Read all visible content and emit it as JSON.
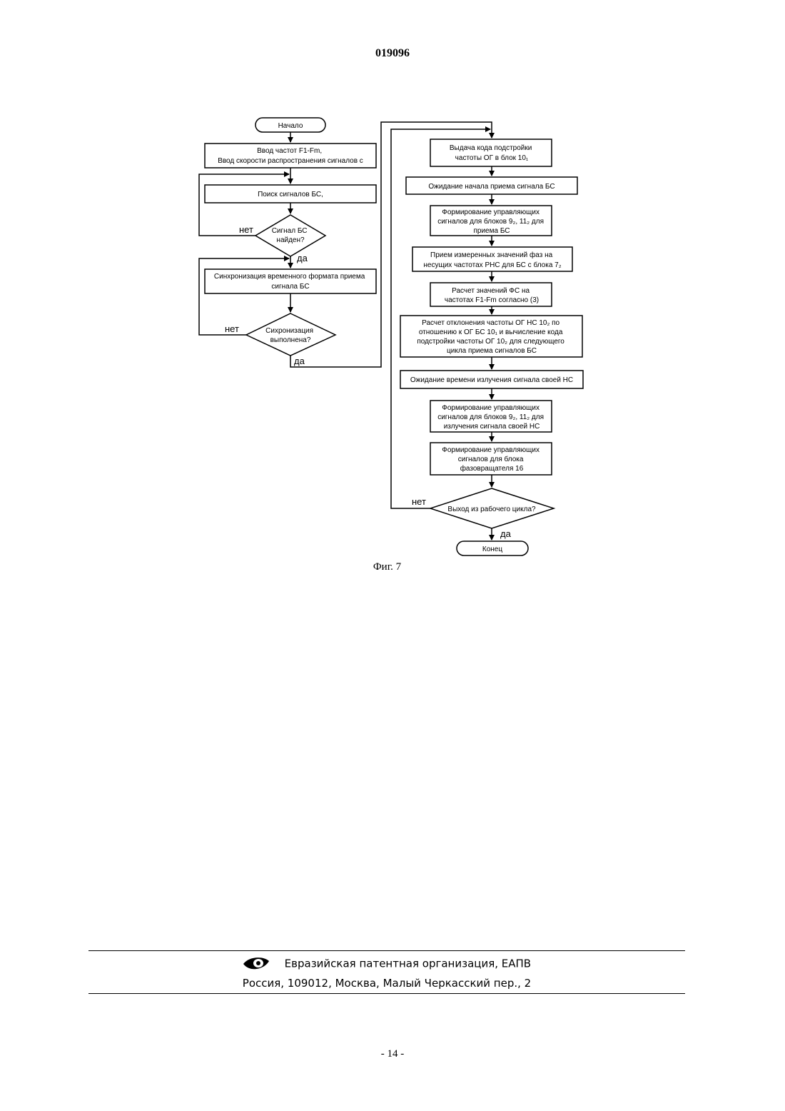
{
  "header": {
    "doc_number": "019096"
  },
  "flowchart": {
    "start": "Начало",
    "input": [
      "Ввод частот F1-Fm,",
      "Ввод скорости распространения сигналов с"
    ],
    "search": [
      "Поиск сигналов БС,"
    ],
    "decision_found": [
      "Сигнал БС",
      "найден?"
    ],
    "sync": [
      "Синхронизация временного формата приема",
      "сигнала БС"
    ],
    "decision_sync": [
      "Сихронизация",
      "выполнена?"
    ],
    "issue_code": [
      "Выдача кода подстройки",
      "частоты ОГ в блок 10₁"
    ],
    "wait_receive": [
      "Ожидание начала приема сигнала БС"
    ],
    "form_receive": [
      "Формирование управляющих",
      "сигналов для блоков 9₂, 11₂ для",
      "приема БС"
    ],
    "receive_phases": [
      "Прием измеренных значений фаз на",
      "несущих частотах РНС для БС с блока 7₂"
    ],
    "calc_phase": [
      "Расчет значений ФС на",
      "частотах F1-Fm согласно (3)"
    ],
    "calc_deviation": [
      "Расчет отклонения частоты ОГ НС 10₂ по",
      "отношению к ОГ БС 10₁ и вычисление кода",
      "подстройки частоты ОГ 10₂ для следующего",
      "цикла приема сигналов БС"
    ],
    "wait_emit": [
      "Ожидание времени излучения сигнала своей НС"
    ],
    "form_emit": [
      "Формирование управляющих",
      "сигналов для блоков 9₂, 11₂ для",
      "излучения сигнала своей НС"
    ],
    "form_phase_shifter": [
      "Формирование управляющих",
      "сигналов для блока",
      "фазовращателя 16"
    ],
    "decision_exit": [
      "Выход из рабочего цикла?"
    ],
    "end": "Конец",
    "yes": "да",
    "no": "нет"
  },
  "caption": "Фиг. 7",
  "footer": {
    "org": "Евразийская патентная организация, ЕАПВ",
    "address": "Россия, 109012, Москва, Малый Черкасский пер., 2",
    "logo_icon": "eapo-eye-logo"
  },
  "page_number": "- 14 -"
}
